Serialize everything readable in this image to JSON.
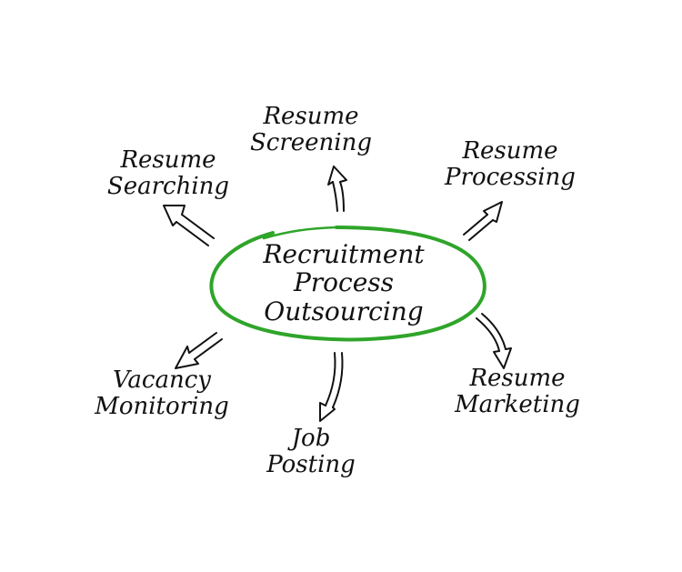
{
  "diagram": {
    "type": "mind-map",
    "accent_color": "#2fa52a",
    "text_color": "#111111",
    "center": {
      "lines": [
        "Recruitment",
        "Process",
        "Outsourcing"
      ],
      "shape": "hand-drawn-ellipse"
    },
    "nodes": [
      {
        "id": "resume-searching",
        "lines": [
          "Resume",
          "Searching"
        ],
        "arrow": "outward-up-left"
      },
      {
        "id": "resume-screening",
        "lines": [
          "Resume",
          "Screening"
        ],
        "arrow": "outward-up"
      },
      {
        "id": "resume-processing",
        "lines": [
          "Resume",
          "Processing"
        ],
        "arrow": "outward-up-right"
      },
      {
        "id": "vacancy-monitoring",
        "lines": [
          "Vacancy",
          "Monitoring"
        ],
        "arrow": "outward-down-left"
      },
      {
        "id": "job-posting",
        "lines": [
          "Job",
          "Posting"
        ],
        "arrow": "outward-down"
      },
      {
        "id": "resume-marketing",
        "lines": [
          "Resume",
          "Marketing"
        ],
        "arrow": "outward-down-right"
      }
    ]
  }
}
